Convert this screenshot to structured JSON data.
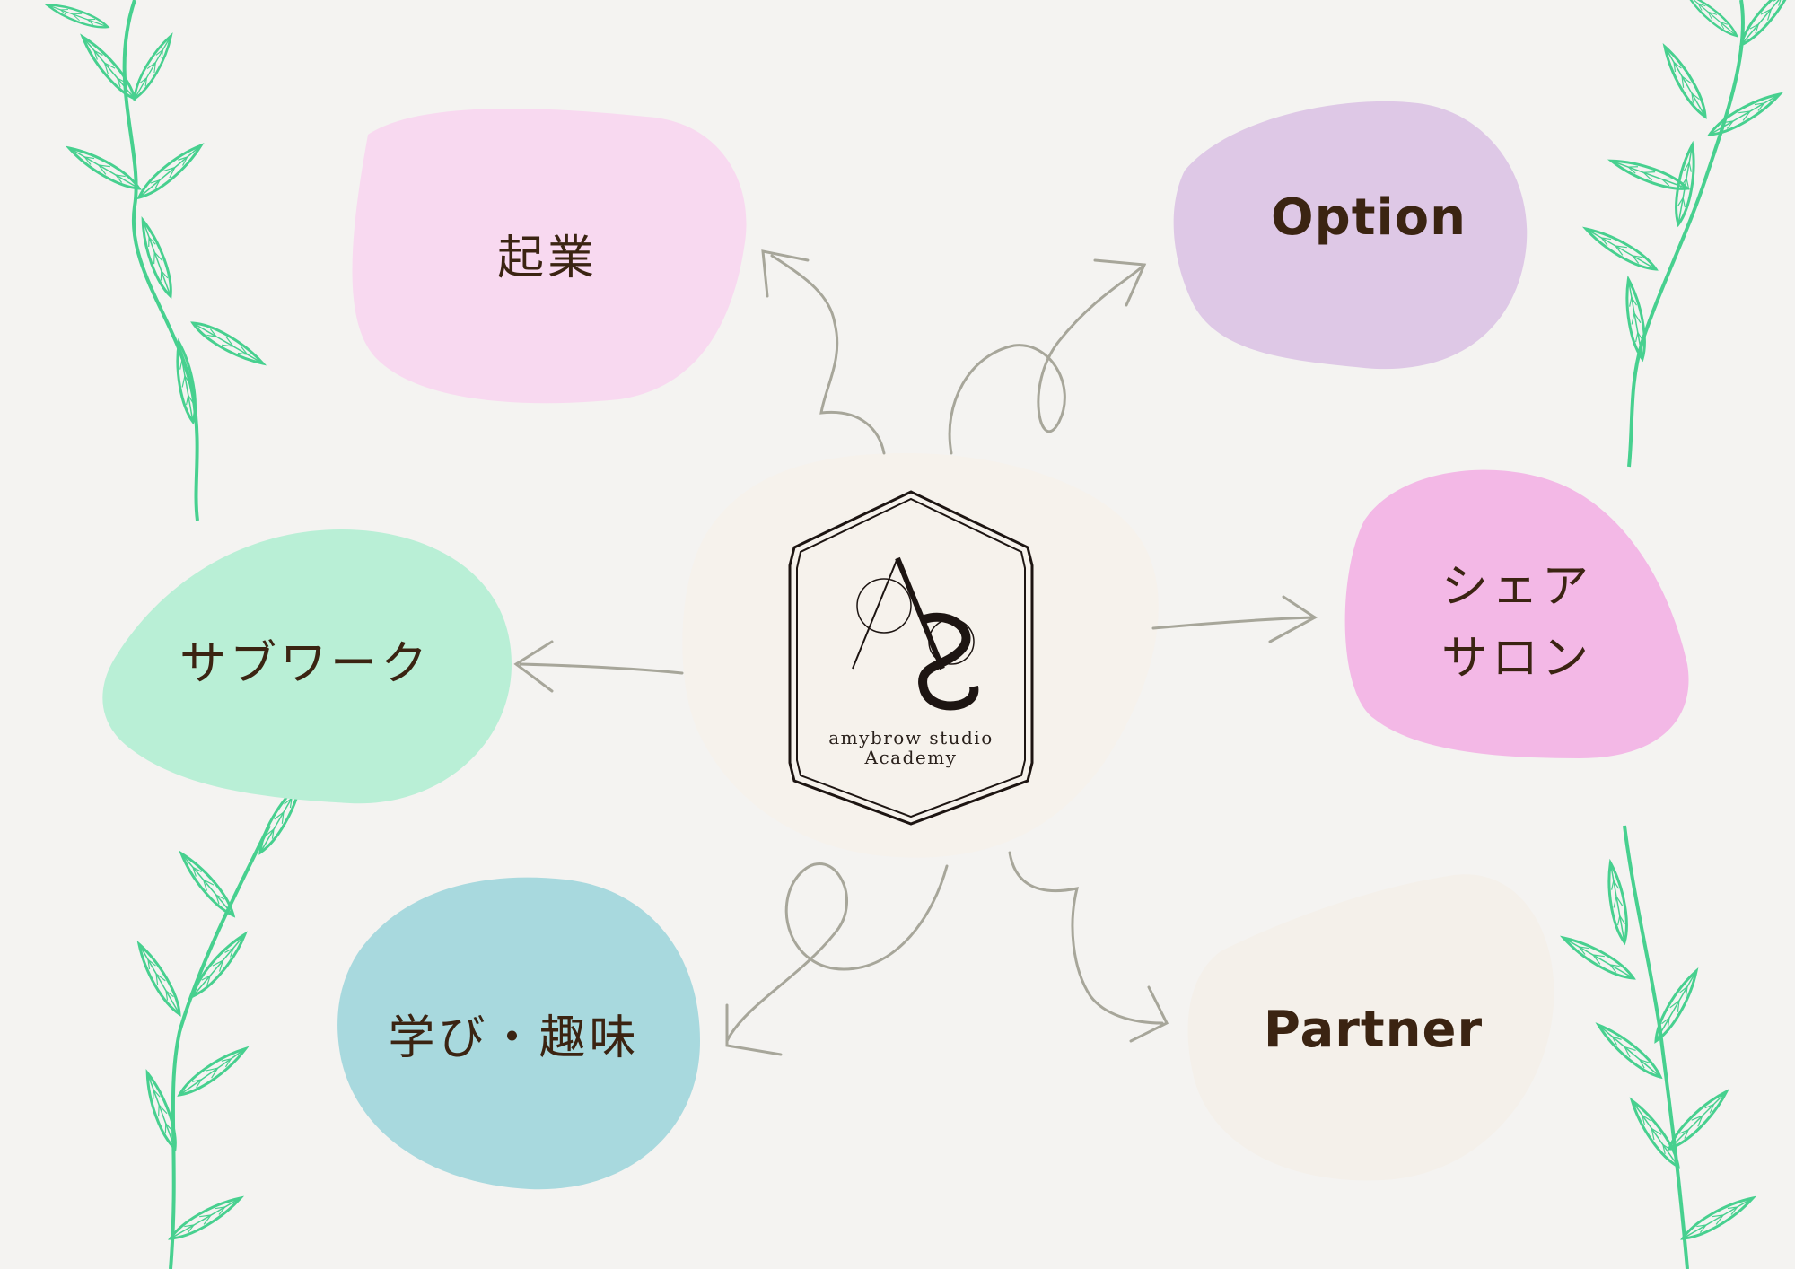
{
  "center": {
    "monogram": "AS",
    "brand_line1": "amybrow studio",
    "brand_line2": "Academy"
  },
  "nodes": [
    {
      "id": "kigyo",
      "label": "起業",
      "color": "#f8d9f0"
    },
    {
      "id": "option",
      "label": "Option",
      "color": "#dec8e6"
    },
    {
      "id": "subwork",
      "label": "サブワーク",
      "color": "#b9efd6"
    },
    {
      "id": "share-salon",
      "label": "シェア\nサロン",
      "color": "#f3b8e6"
    },
    {
      "id": "manabi",
      "label": "学び・趣味",
      "color": "#a8d9de"
    },
    {
      "id": "partner",
      "label": "Partner",
      "color": "#f4f0ea"
    }
  ],
  "colors": {
    "center_bg": "#f6f2ec",
    "arrow": "#a7a69a",
    "leaf": "#47d08f",
    "text": "#3b2412"
  }
}
